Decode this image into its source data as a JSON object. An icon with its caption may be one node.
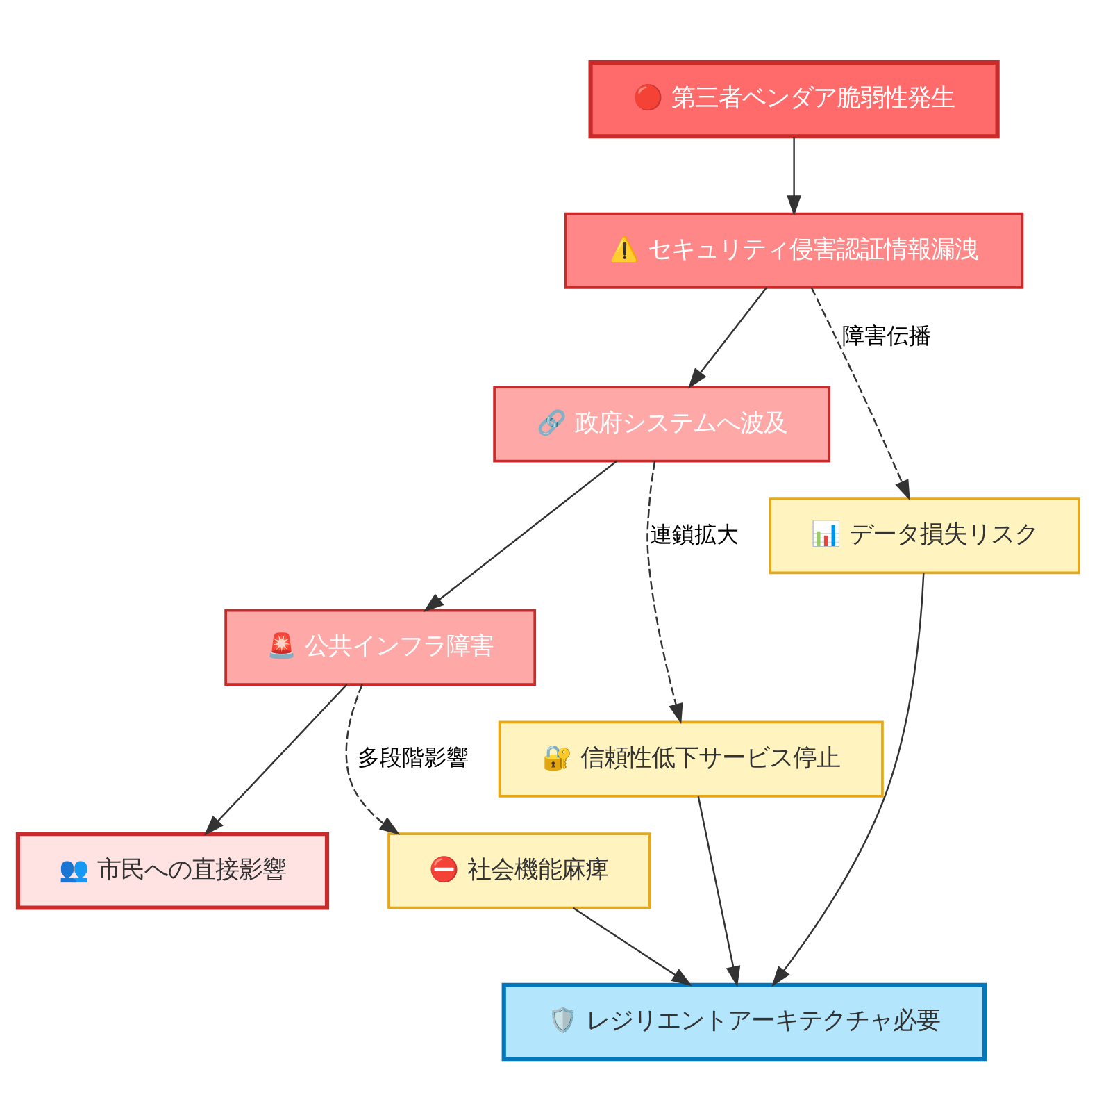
{
  "diagram": {
    "nodes": [
      {
        "text": [
          "🔴 第三者ベンダア脆弱性発生"
        ]
      },
      {
        "text": [
          "⚠️ セキュリティ侵害認証情報漏洩"
        ]
      },
      {
        "text": [
          "🔗 政府システムへ波及"
        ]
      },
      {
        "text": [
          "🚨 公共インフラ障害"
        ]
      },
      {
        "text": [
          "👥 市民への直接影響"
        ]
      },
      {
        "text": [
          "⛔ 社会機能麻痺"
        ]
      },
      {
        "text": [
          "🔐 信頼性低下サービス停止"
        ]
      },
      {
        "text": [
          "📊 データ損失リスク"
        ]
      },
      {
        "text": [
          "🛡️ レジリエントアーキテクチャ必要"
        ]
      }
    ],
    "edges": [
      {
        "from": 0,
        "to": 1,
        "arrow": "to"
      },
      {
        "from": 1,
        "to": 2,
        "arrow": "to"
      },
      {
        "from": 1,
        "to": 7,
        "arrow": "to",
        "label": "障害伝播",
        "style": "dashed"
      },
      {
        "from": 2,
        "to": 3,
        "arrow": "to"
      },
      {
        "from": 2,
        "to": 6,
        "arrow": "to",
        "label": "連鎖拡大",
        "style": "dashed"
      },
      {
        "from": 3,
        "to": 4,
        "arrow": "to"
      },
      {
        "from": 3,
        "to": 5,
        "arrow": "to",
        "label": "多段階影響",
        "style": "dashed"
      },
      {
        "from": 5,
        "to": 8,
        "arrow": "to"
      },
      {
        "from": 6,
        "to": 8,
        "arrow": "to"
      },
      {
        "from": 7,
        "to": 8,
        "arrow": "to"
      }
    ]
  }
}
